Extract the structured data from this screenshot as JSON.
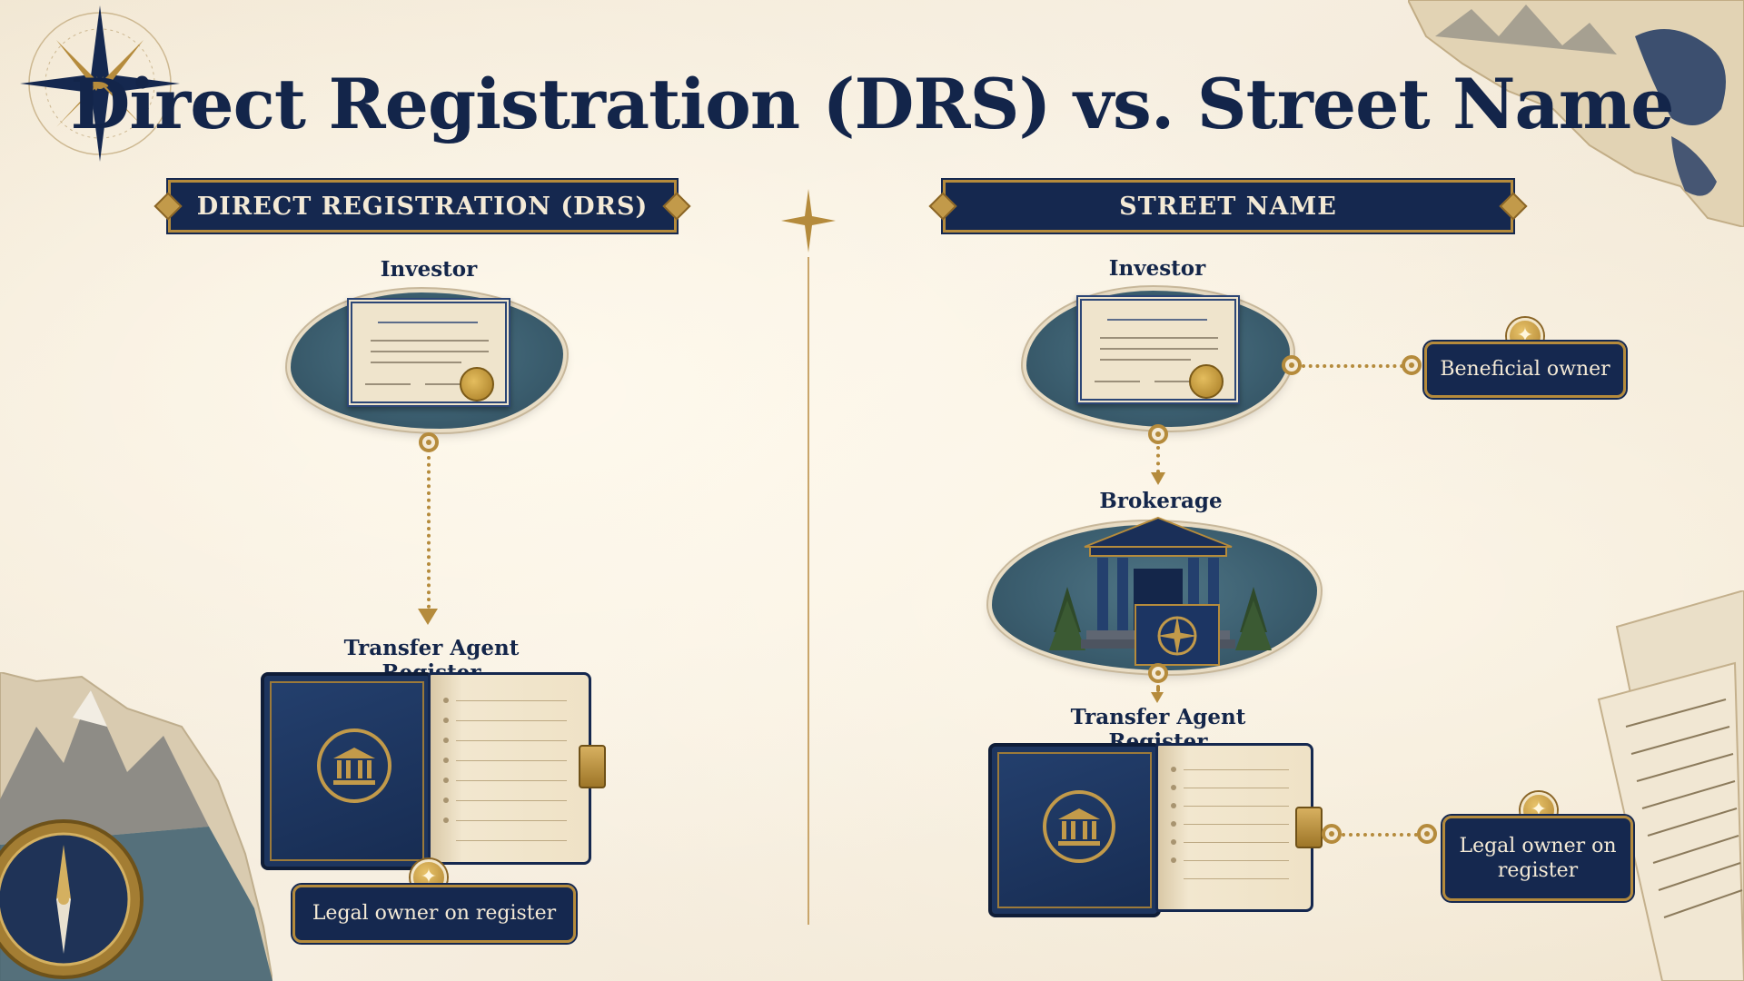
{
  "title": "Direct Registration (DRS) vs. Street Name",
  "colors": {
    "navy": "#15284f",
    "gold": "#b58b3c",
    "parchment": "#f3eadb",
    "map_teal": "#3c5f70"
  },
  "drs": {
    "banner": "DIRECT REGISTRATION (DRS)",
    "investor_label": "Investor",
    "register_label": "Transfer Agent Register",
    "legal_owner_badge": "Legal owner on register"
  },
  "street": {
    "banner": "STREET NAME",
    "investor_label": "Investor",
    "beneficial_owner_badge": "Beneficial owner",
    "brokerage_label": "Brokerage",
    "register_label": "Transfer Agent Register",
    "legal_owner_badge": "Legal owner on register"
  },
  "icons": [
    "compass-rose-icon",
    "certificate-icon",
    "wax-seal-icon",
    "ledger-book-icon",
    "bank-building-icon",
    "compass-medallion-icon",
    "pocket-compass-icon",
    "mountain-icon",
    "world-map-icon"
  ]
}
